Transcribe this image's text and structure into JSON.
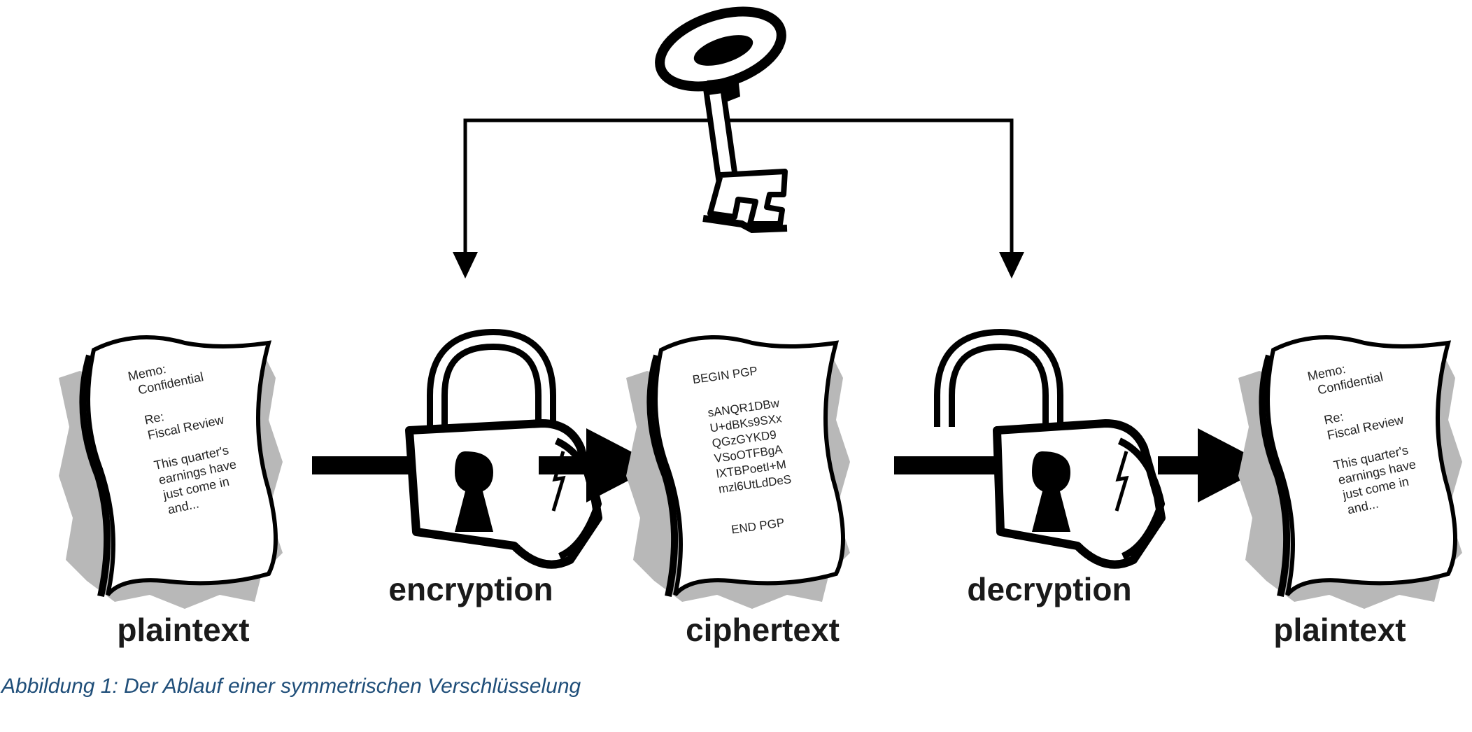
{
  "labels": {
    "plaintext_left": "plaintext",
    "encryption": "encryption",
    "ciphertext": "ciphertext",
    "decryption": "decryption",
    "plaintext_right": "plaintext"
  },
  "docs": {
    "plain_left": [
      "Memo:",
      "Confidential",
      "",
      "Re:",
      "Fiscal Review",
      "",
      "This quarter's",
      "earnings have",
      "just come in",
      "and..."
    ],
    "cipher": [
      "BEGIN PGP",
      "",
      "sANQR1DBw",
      "U+dBKs9SXx",
      "QGzGYKD9",
      "VSoOTFBgA",
      "lXTBPoetI+M",
      "mzl6UtLdDeS",
      "",
      "END PGP"
    ],
    "plain_right": [
      "Memo:",
      "Confidential",
      "",
      "Re:",
      "Fiscal Review",
      "",
      "This quarter's",
      "earnings have",
      "just come in",
      "and..."
    ]
  },
  "caption": "Abbildung 1: Der Ablauf einer symmetrischen Verschlüsselung",
  "icons": [
    "key-icon",
    "locked-padlock-icon",
    "unlocked-padlock-icon",
    "document-icon",
    "arrow-icon"
  ],
  "colors": {
    "caption": "#1f4e79",
    "shadow": "#b8b8b8",
    "ink": "#000000"
  }
}
